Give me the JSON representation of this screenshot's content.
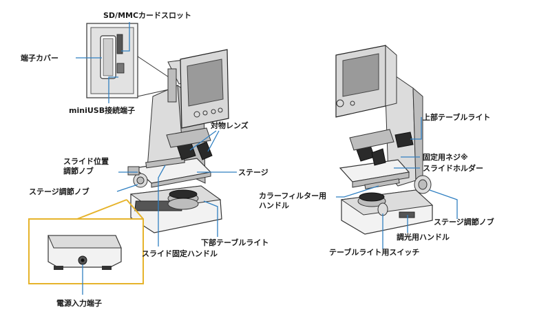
{
  "labels": {
    "sd_slot": "SD/MMCカードスロット",
    "terminal_cover": "端子カバー",
    "mini_usb": "miniUSB接続端子",
    "objective_lens": "対物レンズ",
    "slide_knob_l1": "スライド位置",
    "slide_knob_l2": "調節ノブ",
    "stage": "ステージ",
    "stage_knob_left": "ステージ調節ノブ",
    "lower_light": "下部テーブルライト",
    "slide_handle": "スライド固定ハンドル",
    "power_input": "電源入力端子",
    "upper_light": "上部テーブルライト",
    "fixing_screw": "固定用ネジ※",
    "slide_holder": "スライドホルダー",
    "filter_handle_l1": "カラーフィルター用",
    "filter_handle_l2": "ハンドル",
    "stage_knob_right": "ステージ調節ノブ",
    "dimmer_handle": "調光用ハンドル",
    "light_switch": "テーブルライト用スイッチ"
  },
  "colors": {
    "leader_line": "#2f7fc1",
    "zoom_frame": "#e6b32a"
  }
}
